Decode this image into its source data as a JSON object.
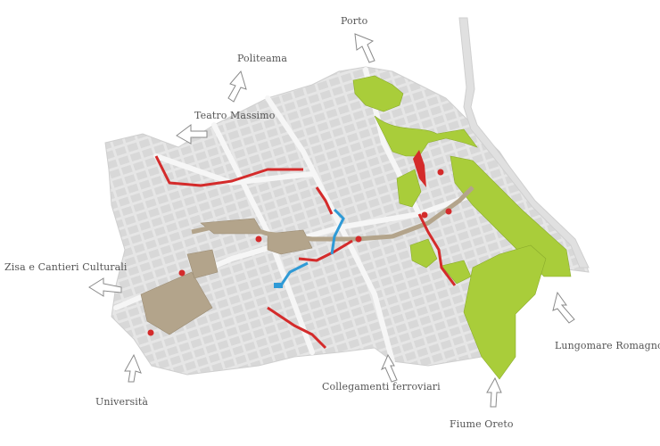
{
  "map": {
    "labels": {
      "porto": "Porto",
      "politeama": "Politeama",
      "teatro_massimo": "Teatro Massimo",
      "zisa": "Zisa e Cantieri Culturali",
      "universita": "Università",
      "collegamenti": "Collegamenti ferroviari",
      "fiume_oreto": "Fiume Oreto",
      "lungomare": "Lungomare Romagnolo"
    },
    "colors": {
      "city_fill": "#e4e4e4",
      "block": "#d6d6d6",
      "street": "#f4f4f4",
      "green": "#a9cd3a",
      "red": "#d42b2b",
      "blue": "#2f9ad6",
      "beige": "#b3a48b",
      "arrow": "#8a8a8a"
    }
  }
}
